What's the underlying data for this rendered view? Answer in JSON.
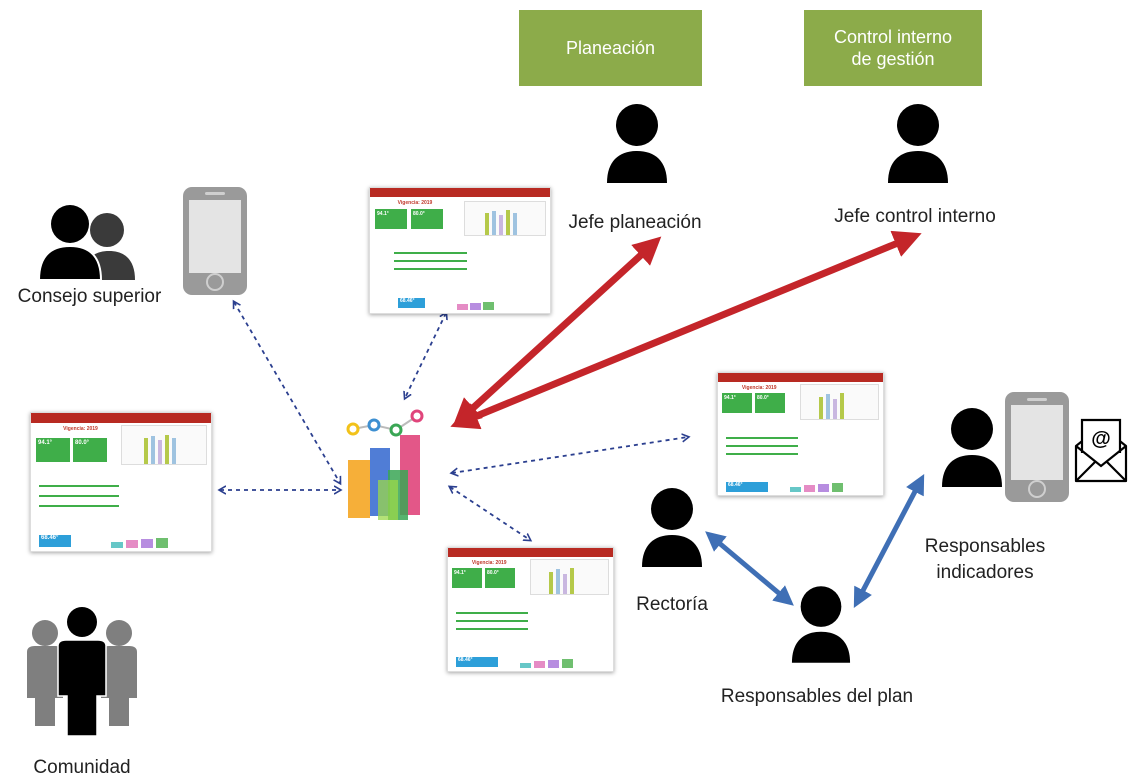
{
  "boxes": {
    "planeacion": "Planeación",
    "control_line1": "Control interno",
    "control_line2": "de gestión"
  },
  "people": {
    "jefe_planeacion": "Jefe planeación",
    "jefe_control": "Jefe control interno",
    "consejo": "Consejo superior",
    "comunidad": "Comunidad",
    "rectoria": "Rectoría",
    "responsables_plan": "Responsables del plan",
    "responsables_ind_1": "Responsables",
    "responsables_ind_2": "indicadores"
  },
  "dashboard": {
    "title": "Vigencia: 2019",
    "kpi1": "94.1°",
    "kpi2": "80.0°",
    "kpi3": "68.46°"
  },
  "colors": {
    "green_box": "#8cab4a",
    "red_arrow": "#c4252a",
    "blue_arrow": "#3f6fb5",
    "dotted_arrow": "#2b3f8f",
    "person": "#000000"
  }
}
